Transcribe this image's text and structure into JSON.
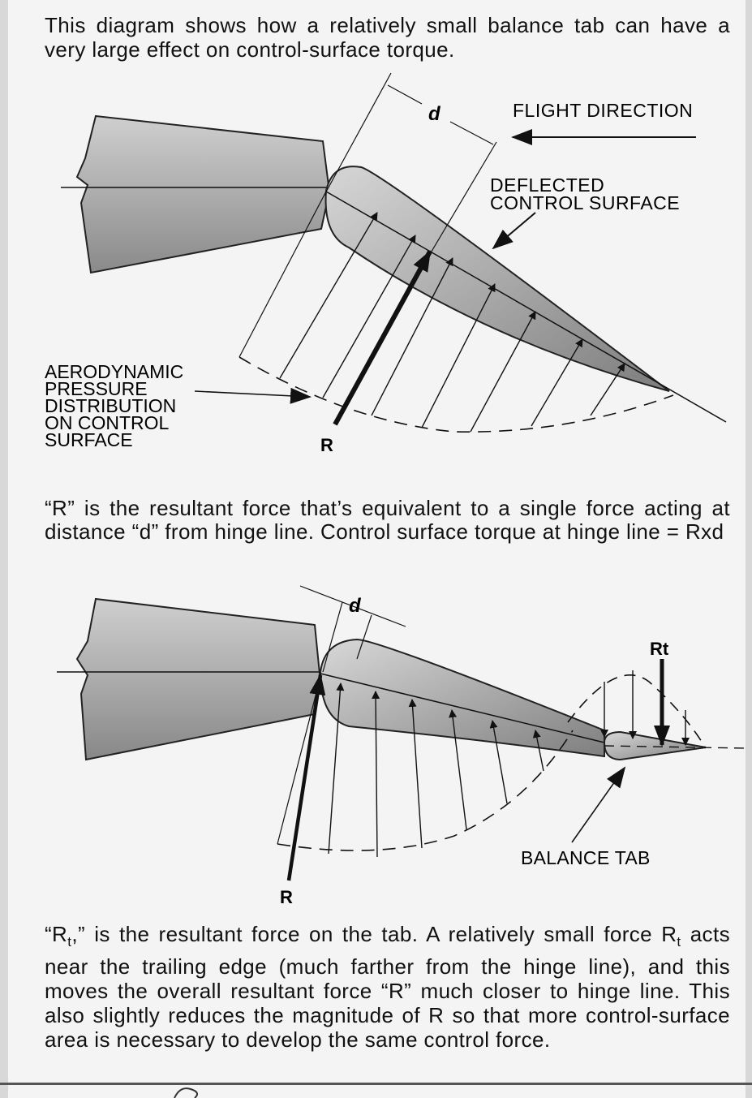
{
  "intro": "This diagram shows how a relatively small balance tab can have a very large effect on control-surface torque.",
  "diagram1": {
    "label_d": "d",
    "label_flight": "FLIGHT DIRECTION",
    "label_deflected_1": "DEFLECTED",
    "label_deflected_2": "CONTROL SURFACE",
    "label_aero_1": "AERODYNAMIC",
    "label_aero_2": "PRESSURE",
    "label_aero_3": "DISTRIBUTION",
    "label_aero_4": "ON CONTROL",
    "label_aero_5": "SURFACE",
    "label_r": "R"
  },
  "explain_r": "“R” is the resultant force that’s equivalent to a single force acting at distance “d” from hinge line. Control surface torque at hinge line = Rxd",
  "diagram2": {
    "label_d": "d",
    "label_rt": "Rt",
    "label_balance_tab": "BALANCE TAB",
    "label_r": "R"
  },
  "explain_rt": {
    "q_open": "“R",
    "sub_t": "t",
    "part_a": ",” is the resultant force on the tab. A relatively small force R",
    "part_b": " acts near the trailing edge (much farther from the hinge line), and this moves the overall resultant force “R” much closer to hinge line. This also slightly reduces the magnitude of R so that more control-surface area is necessary to develop the same control force."
  }
}
